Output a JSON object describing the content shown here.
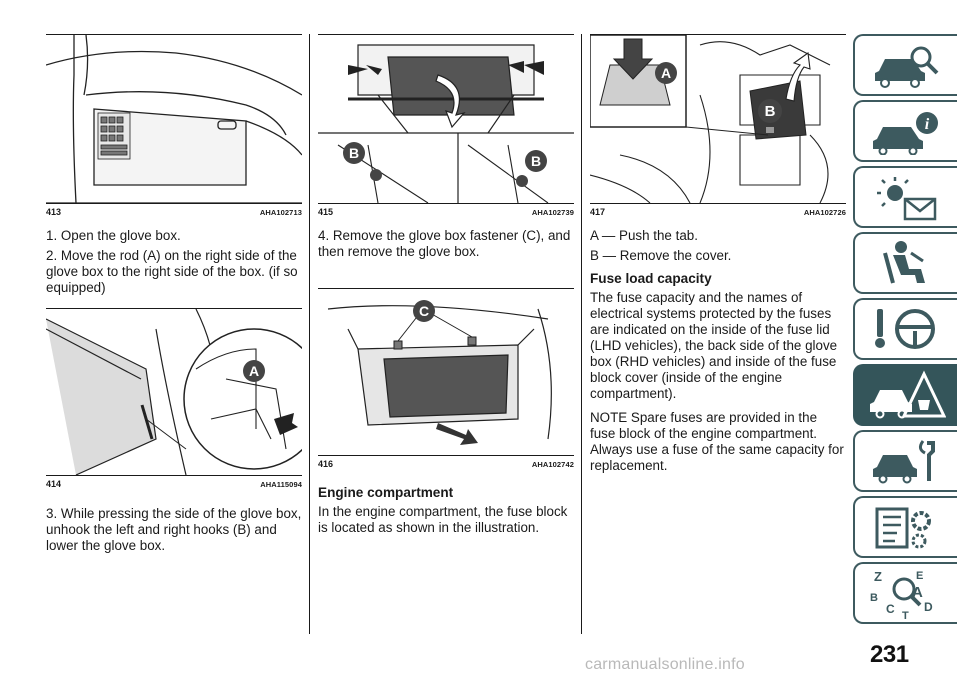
{
  "page": {
    "number": "231",
    "watermark": "carmanualsonline.info"
  },
  "figures": {
    "f413": {
      "num": "413",
      "code": "AHA102713"
    },
    "f414": {
      "num": "414",
      "code": "AHA115094",
      "callout": "A"
    },
    "f415": {
      "num": "415",
      "code": "AHA102739",
      "callout_left": "B",
      "callout_right": "B"
    },
    "f416": {
      "num": "416",
      "code": "AHA102742",
      "callout": "C"
    },
    "f417": {
      "num": "417",
      "code": "AHA102726",
      "callout_a": "A",
      "callout_b": "B"
    }
  },
  "col1": {
    "step1": "1. Open the glove box.",
    "step2": "2. Move the rod (A) on the right side of the glove box to the right side of the box. (if so equipped)",
    "step3": "3. While pressing the side of the glove box, unhook the left and right hooks (B) and lower the glove box."
  },
  "col2": {
    "step4": "4. Remove the glove box fastener (C), and then remove the glove box.",
    "heading": "Engine compartment",
    "para": "In the engine compartment, the fuse block is located as shown in the illustration."
  },
  "col3": {
    "item_a": "A — Push the tab.",
    "item_b": "B — Remove the cover.",
    "heading": "Fuse load capacity",
    "para": "The fuse capacity and the names of electrical systems protected by the fuses are indicated on the inside of the fuse lid (LHD vehicles), the back side of the glove box (RHD vehicles) and inside of the fuse block cover (inside of the engine compartment).",
    "note": "NOTE  Spare fuses are provided in the fuse block of the engine compartment. Always use a fuse of the same capacity for replacement."
  },
  "sidebar": {
    "colors": {
      "border": "#3d5a5f",
      "active": "#34555a"
    },
    "tabs": [
      {
        "icon": "car-search-icon"
      },
      {
        "icon": "car-info-icon"
      },
      {
        "icon": "warning-lights-icon"
      },
      {
        "icon": "seat-airbag-icon"
      },
      {
        "icon": "steering-key-icon"
      },
      {
        "icon": "car-emergency-icon",
        "active": true
      },
      {
        "icon": "car-maintenance-icon"
      },
      {
        "icon": "technical-data-icon"
      },
      {
        "icon": "index-search-icon"
      }
    ],
    "index_letters": [
      "Z",
      "E",
      "A",
      "B",
      "C",
      "T",
      "D"
    ]
  }
}
